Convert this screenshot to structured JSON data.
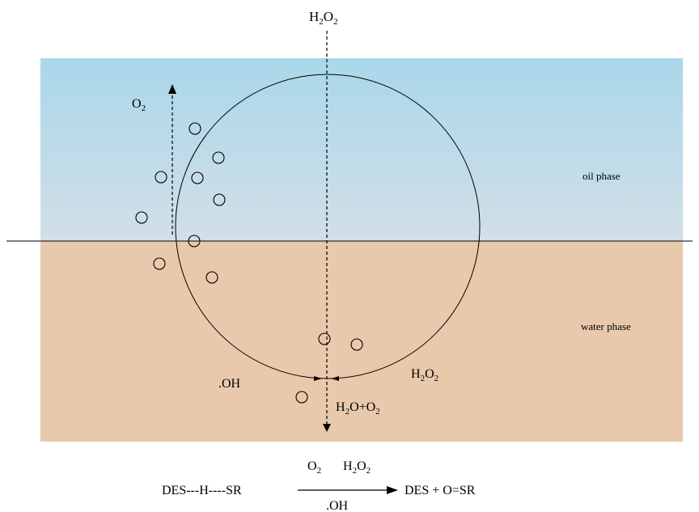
{
  "colors": {
    "oil_top": "#a9d7ea",
    "oil_bottom": "#d2dfe8",
    "water": "#e9c9ac",
    "line": "#000000",
    "blue_label": "#2b4fd6",
    "red_label": "#e52222"
  },
  "top_label": {
    "main": "H",
    "sub1": "2",
    "mid": "O",
    "sub2": "2"
  },
  "left_o2": {
    "main": "O",
    "sub": "2"
  },
  "oil_phase_label": "oil phase",
  "water_phase_label": "water phase",
  "right_h2o2": {
    "main": "H",
    "sub1": "2",
    "mid": "O",
    "sub2": "2"
  },
  "oh_label": ".OH",
  "products": {
    "a": "H",
    "s1": "2",
    "b": "O+O",
    "s2": "2"
  },
  "equation": {
    "left": "DES---H----SR",
    "right": "DES + O=SR",
    "above_blue": {
      "main": "O",
      "sub": "2"
    },
    "above_red": {
      "main": "H",
      "sub1": "2",
      "mid": "O",
      "sub2": "2"
    },
    "below_red": ".OH"
  }
}
